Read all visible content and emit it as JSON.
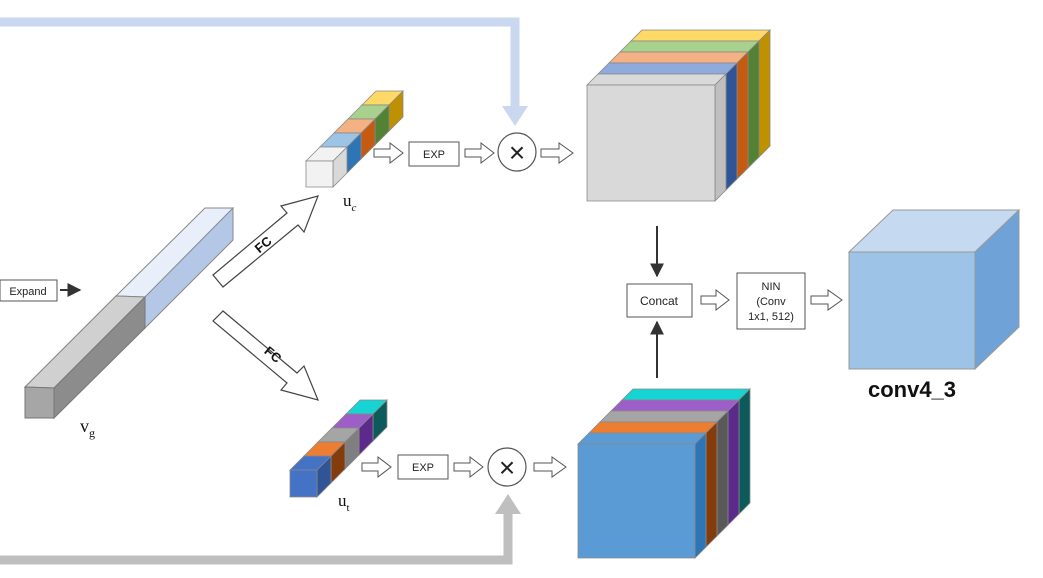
{
  "labels": {
    "expand": "Expand",
    "fc_top": "FC",
    "fc_bottom": "FC",
    "exp_top": "EXP",
    "exp_bottom": "EXP",
    "concat": "Concat",
    "nin_line1": "NIN",
    "nin_line2": "(Conv",
    "nin_line3": "1x1, 512)",
    "conv_out": "conv4_3",
    "vg_main": "v",
    "vg_sub": "g",
    "uc_main": "u",
    "uc_sub": "c",
    "ut_main": "u",
    "ut_sub": "t"
  },
  "symbols": {
    "multiply": "×"
  },
  "colors": {
    "channel_slices": [
      "#f2f2f2",
      "#9dc3e6",
      "#f4b183",
      "#a9d18e",
      "#ffd966"
    ],
    "channel_sides": [
      "#d9d9d9",
      "#2e75b6",
      "#c55a11",
      "#548235",
      "#bf9000"
    ],
    "spatial_slices": [
      "#4472c4",
      "#ed7d31",
      "#a5a5a5",
      "#9e5ec8",
      "#16d4d4"
    ],
    "spatial_sides": [
      "#2f5597",
      "#843c0c",
      "#7f7f7f",
      "#5c2a8a",
      "#0c5a5a"
    ],
    "feedback_top": "#c9d7ef",
    "feedback_bottom": "#bfbfbf",
    "output_cube": "#9dc3e6"
  }
}
